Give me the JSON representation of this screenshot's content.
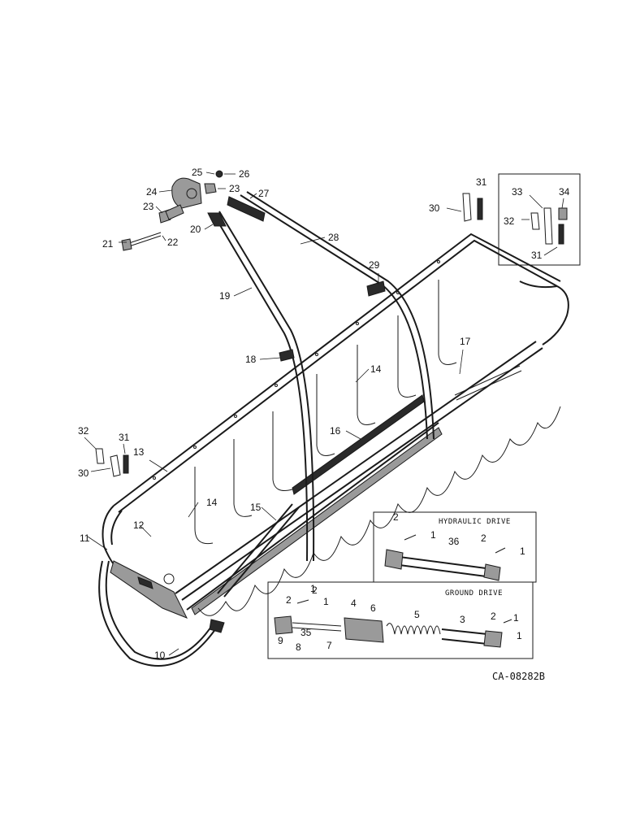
{
  "diagram": {
    "drawing_code": "CA-08282B",
    "insets": {
      "hydraulic_title": "HYDRAULIC DRIVE",
      "ground_title": "GROUND DRIVE"
    },
    "callouts": [
      {
        "id": "c1",
        "text": "1"
      },
      {
        "id": "c2",
        "text": "1"
      },
      {
        "id": "c3",
        "text": "1"
      },
      {
        "id": "c4",
        "text": "1"
      },
      {
        "id": "c5",
        "text": "1"
      },
      {
        "id": "c6",
        "text": "1"
      },
      {
        "id": "c7",
        "text": "2"
      },
      {
        "id": "c8",
        "text": "2"
      },
      {
        "id": "c9",
        "text": "2"
      },
      {
        "id": "c10",
        "text": "2"
      },
      {
        "id": "c11",
        "text": "2"
      },
      {
        "id": "c12",
        "text": "3"
      },
      {
        "id": "c13",
        "text": "4"
      },
      {
        "id": "c14",
        "text": "5"
      },
      {
        "id": "c15",
        "text": "6"
      },
      {
        "id": "c16",
        "text": "7"
      },
      {
        "id": "c17",
        "text": "8"
      },
      {
        "id": "c18",
        "text": "9"
      },
      {
        "id": "c19",
        "text": "10"
      },
      {
        "id": "c20",
        "text": "11"
      },
      {
        "id": "c21",
        "text": "12"
      },
      {
        "id": "c22",
        "text": "13"
      },
      {
        "id": "c23",
        "text": "14"
      },
      {
        "id": "c24",
        "text": "14"
      },
      {
        "id": "c25",
        "text": "15"
      },
      {
        "id": "c26",
        "text": "16"
      },
      {
        "id": "c27",
        "text": "17"
      },
      {
        "id": "c28",
        "text": "18"
      },
      {
        "id": "c29",
        "text": "19"
      },
      {
        "id": "c30",
        "text": "20"
      },
      {
        "id": "c31",
        "text": "21"
      },
      {
        "id": "c32",
        "text": "22"
      },
      {
        "id": "c33",
        "text": "23"
      },
      {
        "id": "c34",
        "text": "23"
      },
      {
        "id": "c35",
        "text": "24"
      },
      {
        "id": "c36",
        "text": "25"
      },
      {
        "id": "c37",
        "text": "26"
      },
      {
        "id": "c38",
        "text": "27"
      },
      {
        "id": "c39",
        "text": "28"
      },
      {
        "id": "c40",
        "text": "29"
      },
      {
        "id": "c41",
        "text": "30"
      },
      {
        "id": "c42",
        "text": "30"
      },
      {
        "id": "c43",
        "text": "31"
      },
      {
        "id": "c44",
        "text": "31"
      },
      {
        "id": "c45",
        "text": "31"
      },
      {
        "id": "c46",
        "text": "32"
      },
      {
        "id": "c47",
        "text": "32"
      },
      {
        "id": "c48",
        "text": "33"
      },
      {
        "id": "c49",
        "text": "34"
      },
      {
        "id": "c50",
        "text": "35"
      },
      {
        "id": "c51",
        "text": "36"
      }
    ]
  }
}
